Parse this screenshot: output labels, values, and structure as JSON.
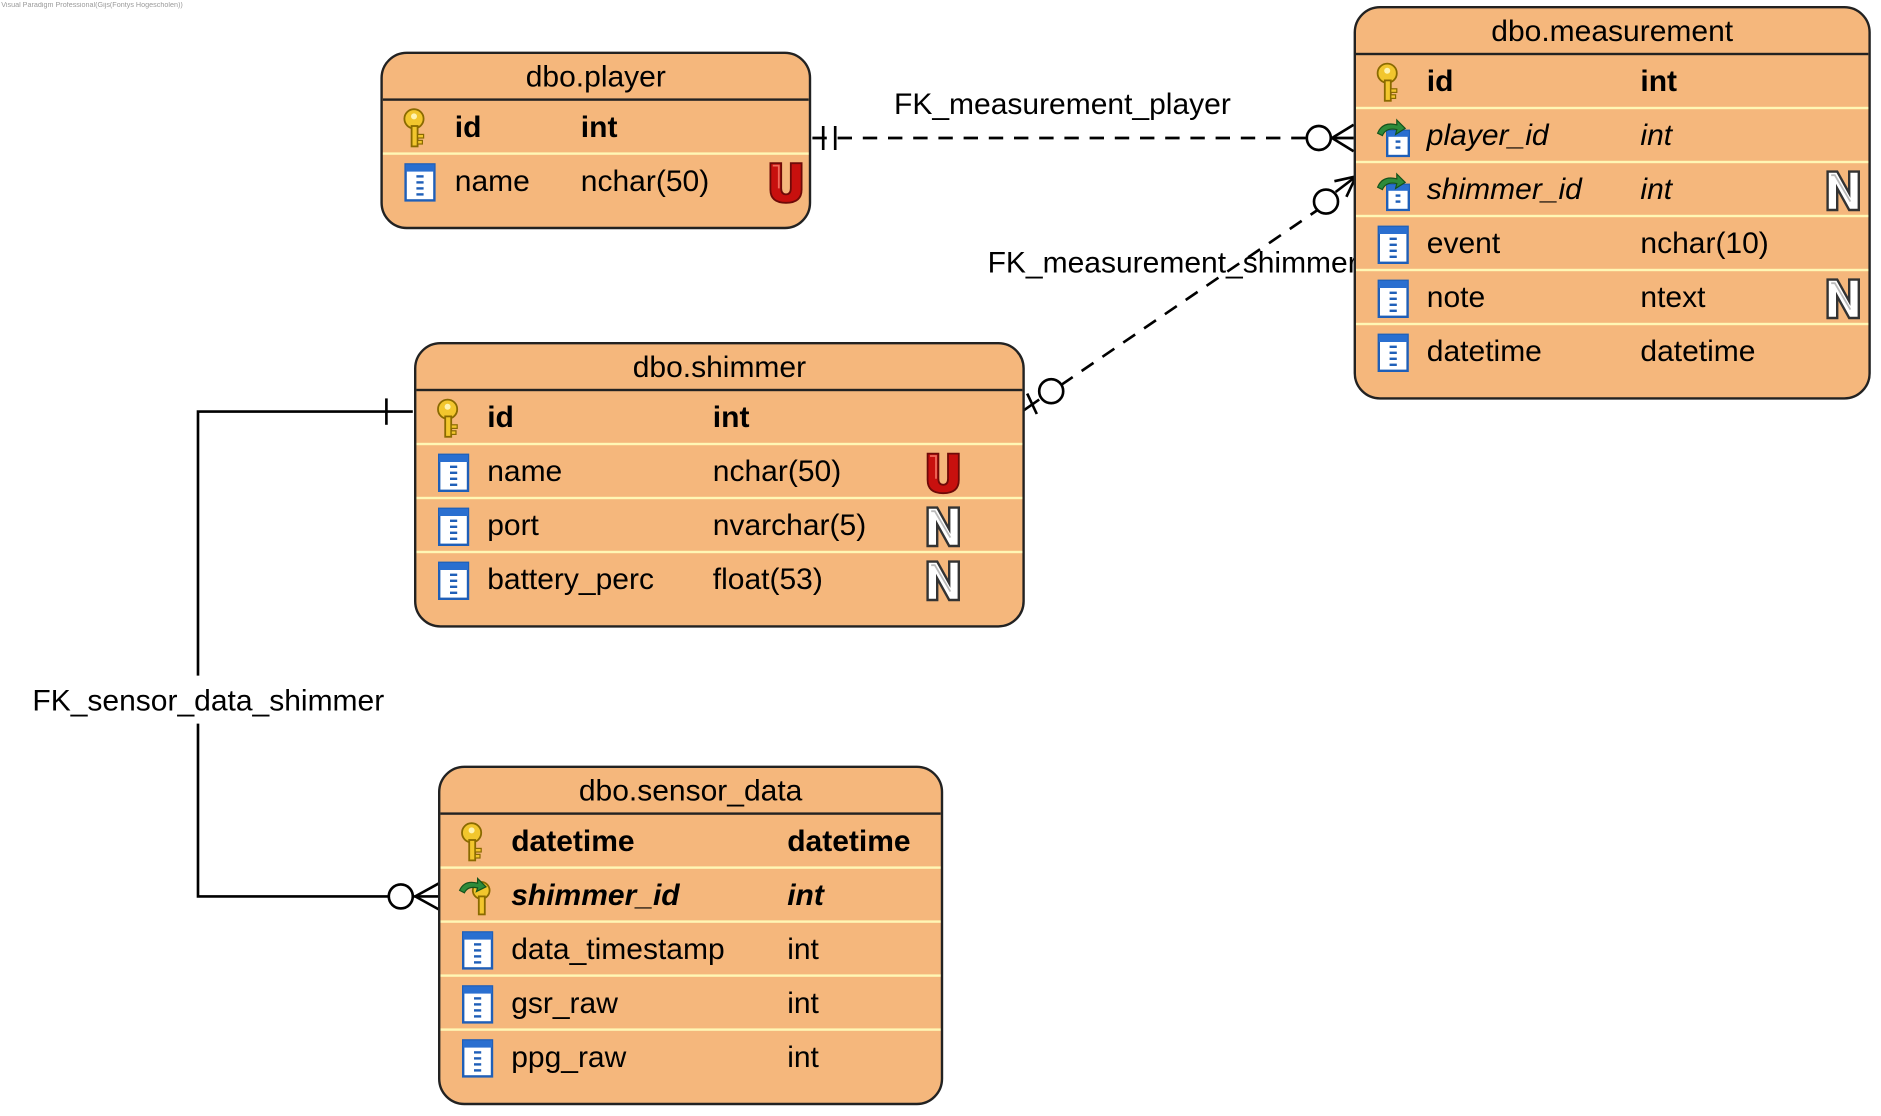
{
  "watermark": "Visual Paradigm Professional(Gijs(Fontys Hogescholen))",
  "relations": {
    "fk_measurement_player": "FK_measurement_player",
    "fk_measurement_shimmer": "FK_measurement_shimmer",
    "fk_sensor_data_shimmer": "FK_sensor_data_shimmer"
  },
  "tables": {
    "player": {
      "title": "dbo.player",
      "columns": [
        {
          "name": "id",
          "type": "int",
          "kind": "pk",
          "badge": ""
        },
        {
          "name": "name",
          "type": "nchar(50)",
          "kind": "col",
          "badge": "U"
        }
      ]
    },
    "measurement": {
      "title": "dbo.measurement",
      "columns": [
        {
          "name": "id",
          "type": "int",
          "kind": "pk",
          "badge": ""
        },
        {
          "name": "player_id",
          "type": "int",
          "kind": "fk",
          "badge": ""
        },
        {
          "name": "shimmer_id",
          "type": "int",
          "kind": "fk",
          "badge": "N"
        },
        {
          "name": "event",
          "type": "nchar(10)",
          "kind": "col",
          "badge": ""
        },
        {
          "name": "note",
          "type": "ntext",
          "kind": "col",
          "badge": "N"
        },
        {
          "name": "datetime",
          "type": "datetime",
          "kind": "col",
          "badge": ""
        }
      ]
    },
    "shimmer": {
      "title": "dbo.shimmer",
      "columns": [
        {
          "name": "id",
          "type": "int",
          "kind": "pk",
          "badge": ""
        },
        {
          "name": "name",
          "type": "nchar(50)",
          "kind": "col",
          "badge": "U"
        },
        {
          "name": "port",
          "type": "nvarchar(5)",
          "kind": "col",
          "badge": "N"
        },
        {
          "name": "battery_perc",
          "type": "float(53)",
          "kind": "col",
          "badge": "N"
        }
      ]
    },
    "sensor_data": {
      "title": "dbo.sensor_data",
      "columns": [
        {
          "name": "datetime",
          "type": "datetime",
          "kind": "pk",
          "badge": ""
        },
        {
          "name": "shimmer_id",
          "type": "int",
          "kind": "pkfk",
          "badge": ""
        },
        {
          "name": "data_timestamp",
          "type": "int",
          "kind": "col",
          "badge": ""
        },
        {
          "name": "gsr_raw",
          "type": "int",
          "kind": "col",
          "badge": ""
        },
        {
          "name": "ppg_raw",
          "type": "int",
          "kind": "col",
          "badge": ""
        }
      ]
    }
  },
  "colors": {
    "entity_fill": "#f5b77c",
    "row_divider": "#fff7b5",
    "unique_badge": "#c8100e",
    "null_badge": "#ffffff",
    "key_icon": "#e6b422",
    "fk_arrow": "#2e8b3a",
    "column_icon": "#2a6fd0"
  }
}
